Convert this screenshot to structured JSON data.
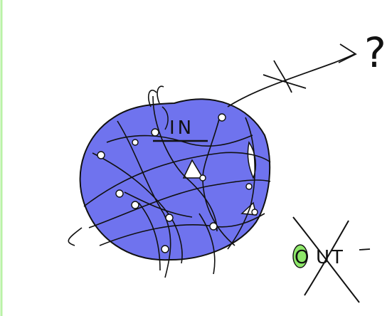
{
  "labels": {
    "inside": "IN",
    "outside_prefix": "O",
    "outside_rest": "UT",
    "question": "?"
  },
  "colors": {
    "sphere_fill": "#6f73ee",
    "ink": "#111111",
    "highlight_green": "#8ee86a",
    "left_border": "#b9f2a6"
  }
}
